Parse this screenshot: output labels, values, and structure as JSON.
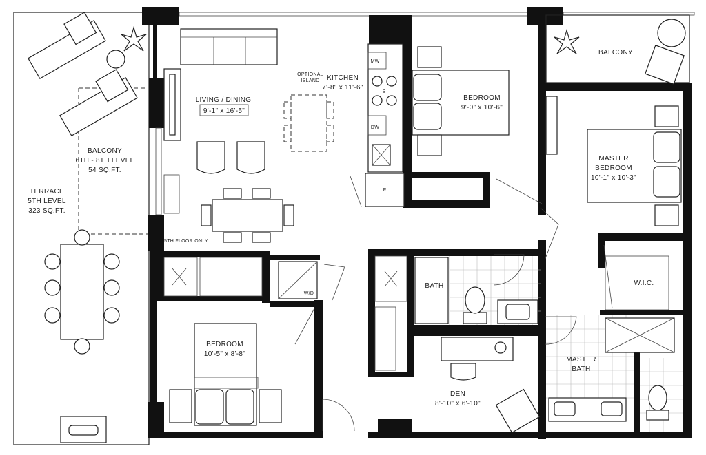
{
  "rooms": {
    "living": {
      "name": "LIVING / DINING",
      "dims": "9'-1\" x 16'-5\""
    },
    "kitchen": {
      "name": "KITCHEN",
      "dims": "7'-8\" x 11'-6\""
    },
    "optional_island": {
      "line1": "OPTIONAL",
      "line2": "ISLAND"
    },
    "bedroom_top": {
      "name": "BEDROOM",
      "dims": "9'-0\" x 10'-6\""
    },
    "balcony_top": {
      "name": "BALCONY"
    },
    "master_bedroom": {
      "line1": "MASTER",
      "line2": "BEDROOM",
      "dims": "10'-1\" x 10'-3\""
    },
    "balcony_side": {
      "name": "BALCONY",
      "levels": "6TH - 8TH LEVEL",
      "area": "54 SQ.FT."
    },
    "terrace": {
      "name": "TERRACE",
      "levels": "5TH LEVEL",
      "area": "323 SQ.FT."
    },
    "fifth_floor": {
      "note": "5TH FLOOR ONLY"
    },
    "bath": {
      "name": "BATH"
    },
    "wic": {
      "name": "W.I.C."
    },
    "bedroom_bottom": {
      "name": "BEDROOM",
      "dims": "10'-5\" x 8'-8\""
    },
    "den": {
      "name": "DEN",
      "dims": "8'-10\" x 6'-10\""
    },
    "master_bath": {
      "line1": "MASTER",
      "line2": "BATH"
    }
  },
  "appliances": {
    "microwave": "MW",
    "stove": "S",
    "dishwasher": "DW",
    "fridge": "F",
    "washer_dryer": "W/D"
  }
}
